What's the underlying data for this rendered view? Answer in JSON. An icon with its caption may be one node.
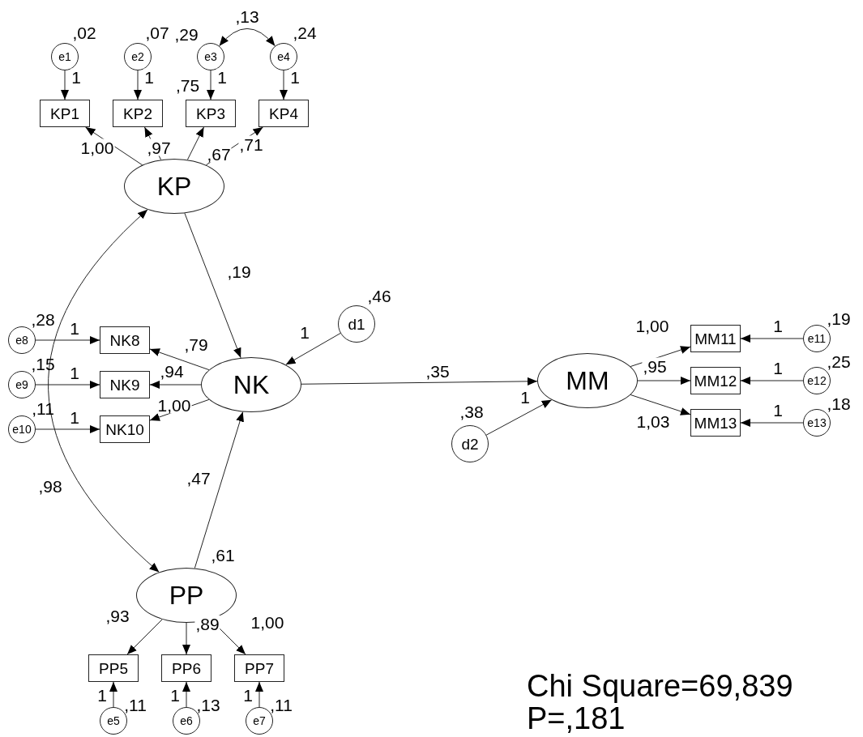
{
  "diagram": {
    "nodes": [
      {
        "text": [
          "e1"
        ],
        "beside": [
          ",02"
        ]
      },
      {
        "text": [
          "e2"
        ],
        "beside": [
          ",07"
        ]
      },
      {
        "text": [
          "e3"
        ],
        "beside": [
          ",29"
        ]
      },
      {
        "text": [
          "e4"
        ],
        "beside": [
          ",24"
        ]
      },
      {
        "text": [
          "KP1"
        ]
      },
      {
        "text": [
          "KP2"
        ]
      },
      {
        "text": [
          "KP3"
        ]
      },
      {
        "text": [
          "KP4"
        ]
      },
      {
        "text": [
          "KP"
        ]
      },
      {
        "text": [
          "d1"
        ],
        "beside": [
          ",46"
        ]
      },
      {
        "text": [
          "e8"
        ],
        "beside": [
          ",28"
        ]
      },
      {
        "text": [
          "NK8"
        ]
      },
      {
        "text": [
          "e9"
        ],
        "beside": [
          ",15"
        ]
      },
      {
        "text": [
          "NK9"
        ]
      },
      {
        "text": [
          "e10"
        ],
        "beside": [
          ",11"
        ]
      },
      {
        "text": [
          "NK10"
        ]
      },
      {
        "text": [
          "NK"
        ]
      },
      {
        "text": [
          "MM"
        ]
      },
      {
        "text": [
          "MM11"
        ]
      },
      {
        "text": [
          "MM12"
        ]
      },
      {
        "text": [
          "MM13"
        ]
      },
      {
        "text": [
          "e11"
        ],
        "beside": [
          ",19"
        ]
      },
      {
        "text": [
          "e12"
        ],
        "beside": [
          ",25"
        ]
      },
      {
        "text": [
          "e13"
        ],
        "beside": [
          ",18"
        ]
      },
      {
        "text": [
          "d2"
        ],
        "beside": [
          ",38"
        ]
      },
      {
        "text": [
          "PP"
        ],
        "beside": [
          ",61"
        ]
      },
      {
        "text": [
          "PP5"
        ]
      },
      {
        "text": [
          "PP6"
        ]
      },
      {
        "text": [
          "PP7"
        ]
      },
      {
        "text": [
          "e5"
        ],
        "beside": [
          ",11"
        ]
      },
      {
        "text": [
          "e6"
        ],
        "beside": [
          ",13"
        ]
      },
      {
        "text": [
          "e7"
        ],
        "beside": [
          ",11"
        ]
      }
    ],
    "edges": [
      {
        "from": 0,
        "to": 4,
        "arrow": "to",
        "label": "1"
      },
      {
        "from": 1,
        "to": 5,
        "arrow": "to",
        "label": "1"
      },
      {
        "from": 2,
        "to": 6,
        "arrow": "to",
        "label": "1"
      },
      {
        "from": 3,
        "to": 7,
        "arrow": "to",
        "label": "1"
      },
      {
        "from": 2,
        "to": 3,
        "arrow": "both",
        "label": ",13"
      },
      {
        "from": 8,
        "to": 4,
        "arrow": "to",
        "label": "1,00"
      },
      {
        "from": 8,
        "to": 5,
        "arrow": "to",
        "label": ",97"
      },
      {
        "from": 8,
        "to": 6,
        "arrow": "to",
        "label": ",67"
      },
      {
        "from": 8,
        "to": 7,
        "arrow": "to",
        "label": ",71"
      },
      {
        "from": 8,
        "to": 16,
        "arrow": "to",
        "label": ",19"
      },
      {
        "from": 9,
        "to": 16,
        "arrow": "to",
        "label": "1"
      },
      {
        "from": 16,
        "to": 11,
        "arrow": "to",
        "label": ",79"
      },
      {
        "from": 16,
        "to": 13,
        "arrow": "to",
        "label": ",94"
      },
      {
        "from": 16,
        "to": 15,
        "arrow": "to",
        "label": "1,00"
      },
      {
        "from": 10,
        "to": 11,
        "arrow": "to",
        "label": "1"
      },
      {
        "from": 12,
        "to": 13,
        "arrow": "to",
        "label": "1"
      },
      {
        "from": 14,
        "to": 15,
        "arrow": "to",
        "label": "1"
      },
      {
        "from": 16,
        "to": 17,
        "arrow": "to",
        "label": ",35"
      },
      {
        "from": 24,
        "to": 17,
        "arrow": "to",
        "label": "1"
      },
      {
        "from": 17,
        "to": 18,
        "arrow": "to",
        "label": "1,00"
      },
      {
        "from": 17,
        "to": 19,
        "arrow": "to",
        "label": ",95"
      },
      {
        "from": 17,
        "to": 20,
        "arrow": "to",
        "label": "1,03"
      },
      {
        "from": 21,
        "to": 18,
        "arrow": "to",
        "label": "1"
      },
      {
        "from": 22,
        "to": 19,
        "arrow": "to",
        "label": "1"
      },
      {
        "from": 23,
        "to": 20,
        "arrow": "to",
        "label": "1"
      },
      {
        "from": 25,
        "to": 16,
        "arrow": "to",
        "label": ",47"
      },
      {
        "from": 8,
        "to": 25,
        "arrow": "both",
        "label": ",98"
      },
      {
        "from": 25,
        "to": 26,
        "arrow": "to",
        "label": ",93"
      },
      {
        "from": 25,
        "to": 27,
        "arrow": "to",
        "label": ",89"
      },
      {
        "from": 25,
        "to": 28,
        "arrow": "to",
        "label": "1,00"
      },
      {
        "from": 29,
        "to": 26,
        "arrow": "to",
        "label": "1"
      },
      {
        "from": 30,
        "to": 27,
        "arrow": "to",
        "label": "1"
      },
      {
        "from": 31,
        "to": 28,
        "arrow": "to",
        "label": "1"
      }
    ],
    "labels": [
      ",75",
      "Chi Square=69,839",
      "P=,181"
    ]
  }
}
